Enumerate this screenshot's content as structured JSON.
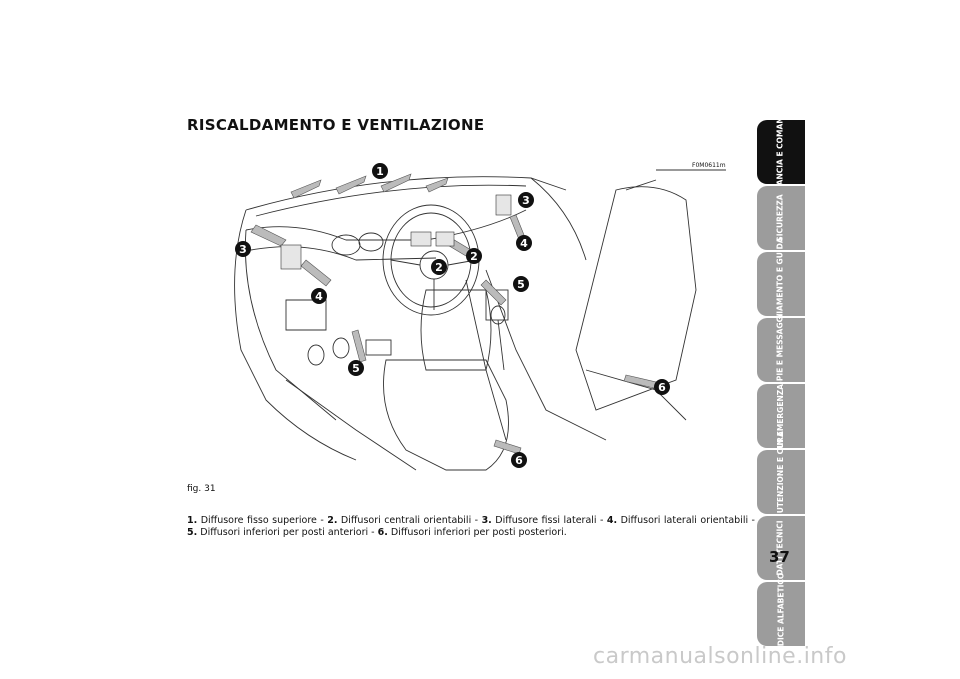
{
  "page": {
    "title": "RISCALDAMENTO E VENTILAZIONE",
    "figure_code": "F0M0611m",
    "figure_label": "fig. 31",
    "page_number": "37",
    "watermark": "carmanualsonline.info"
  },
  "caption": [
    {
      "num": "1.",
      "text": " Diffusore fisso superiore - "
    },
    {
      "num": "2.",
      "text": " Diffusori centrali orientabili - "
    },
    {
      "num": "3.",
      "text": " Diffusore fissi laterali - "
    },
    {
      "num": "4.",
      "text": " Diffusori laterali orientabili - "
    },
    {
      "num": "5.",
      "text": " Diffusori inferiori per posti anteriori - "
    },
    {
      "num": "6.",
      "text": " Diffusori inferiori per posti posteriori."
    }
  ],
  "badges": {
    "b1": "1",
    "b2a": "2",
    "b2b": "2",
    "b3a": "3",
    "b3b": "3",
    "b4a": "4",
    "b4b": "4",
    "b5a": "5",
    "b5b": "5",
    "b6a": "6",
    "b6b": "6"
  },
  "tabs": [
    {
      "label": "PLANCIA E COMANDI",
      "active": true
    },
    {
      "label": "SICUREZZA",
      "active": false
    },
    {
      "label": "AVVIAMENTO E GUIDA",
      "active": false
    },
    {
      "label": "SPIE E MESSAGGI",
      "active": false
    },
    {
      "label": "IN EMERGENZA",
      "active": false
    },
    {
      "label": "MANUTENZIONE E CURA",
      "active": false
    },
    {
      "label": "DATI TECNICI",
      "active": false
    },
    {
      "label": "INDICE ALFABETICO",
      "active": false
    }
  ],
  "colors": {
    "active_tab": "#111111",
    "inactive_tab": "#9c9c9c",
    "watermark": "#c9c9c9"
  }
}
